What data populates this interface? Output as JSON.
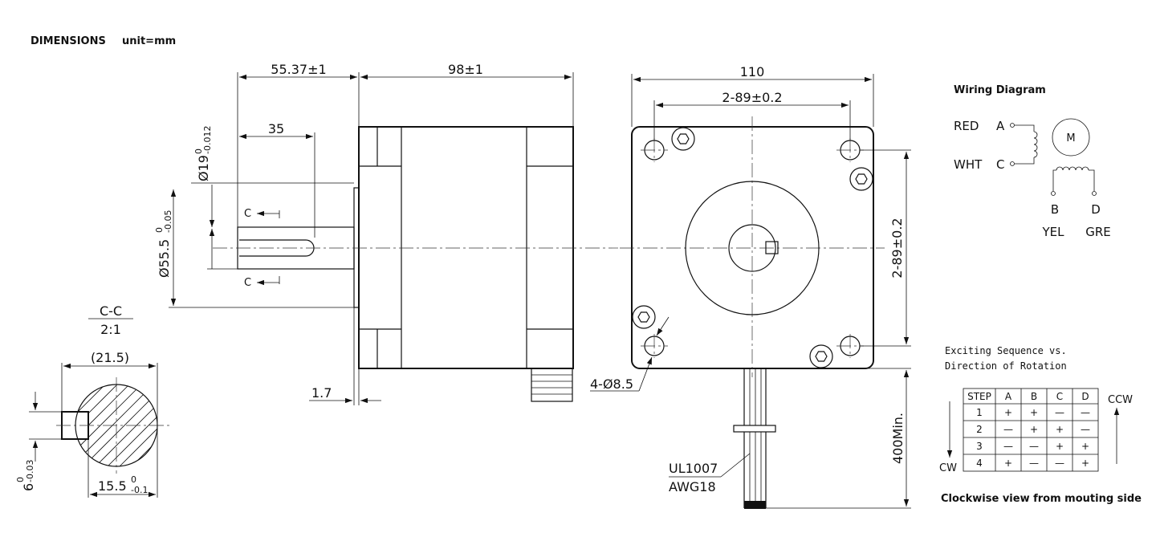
{
  "header": {
    "title": "DIMENSIONS",
    "unit": "unit=mm"
  },
  "side_view": {
    "dim_shaft_total": "55.37±1",
    "dim_body_length": "98±1",
    "dim_shaft_35": "35",
    "dim_shaft_dia": "Ø19",
    "dim_shaft_dia_tol_upper": "0",
    "dim_shaft_dia_tol_lower": "-0.012",
    "dim_boss_dia": "Ø55.5",
    "dim_boss_dia_tol_upper": "0",
    "dim_boss_dia_tol_lower": "-0.05",
    "dim_boss_thickness": "1.7",
    "section_marker": "C"
  },
  "front_view": {
    "dim_width": "110",
    "dim_hole_spacing_h": "2-89±0.2",
    "dim_hole_spacing_v": "2-89±0.2",
    "dim_holes": "4-Ø8.5",
    "dim_lead_length": "400Min.",
    "wire_spec_1": "UL1007",
    "wire_spec_2": "AWG18"
  },
  "section_view": {
    "title": "C-C",
    "scale": "2:1",
    "dim_width": "(21.5)",
    "dim_flat": "15.5",
    "dim_flat_tol_upper": "0",
    "dim_flat_tol_lower": "-0.1",
    "dim_key": "6",
    "dim_key_tol_upper": "0",
    "dim_key_tol_lower": "-0.03"
  },
  "wiring": {
    "title": "Wiring Diagram",
    "motor_label": "M",
    "wire_red": "RED",
    "wire_wht": "WHT",
    "term_a": "A",
    "term_c": "C",
    "term_b": "B",
    "term_d": "D",
    "wire_yel": "YEL",
    "wire_gre": "GRE"
  },
  "sequence": {
    "title_1": "Exciting Sequence vs.",
    "title_2": "Direction of Rotation",
    "ccw": "CCW",
    "cw": "CW",
    "footer": "Clockwise view from mouting side",
    "headers": [
      "STEP",
      "A",
      "B",
      "C",
      "D"
    ],
    "rows": [
      [
        "1",
        "+",
        "+",
        "—",
        "—"
      ],
      [
        "2",
        "—",
        "+",
        "+",
        "—"
      ],
      [
        "3",
        "—",
        "—",
        "+",
        "+"
      ],
      [
        "4",
        "+",
        "—",
        "—",
        "+"
      ]
    ]
  }
}
